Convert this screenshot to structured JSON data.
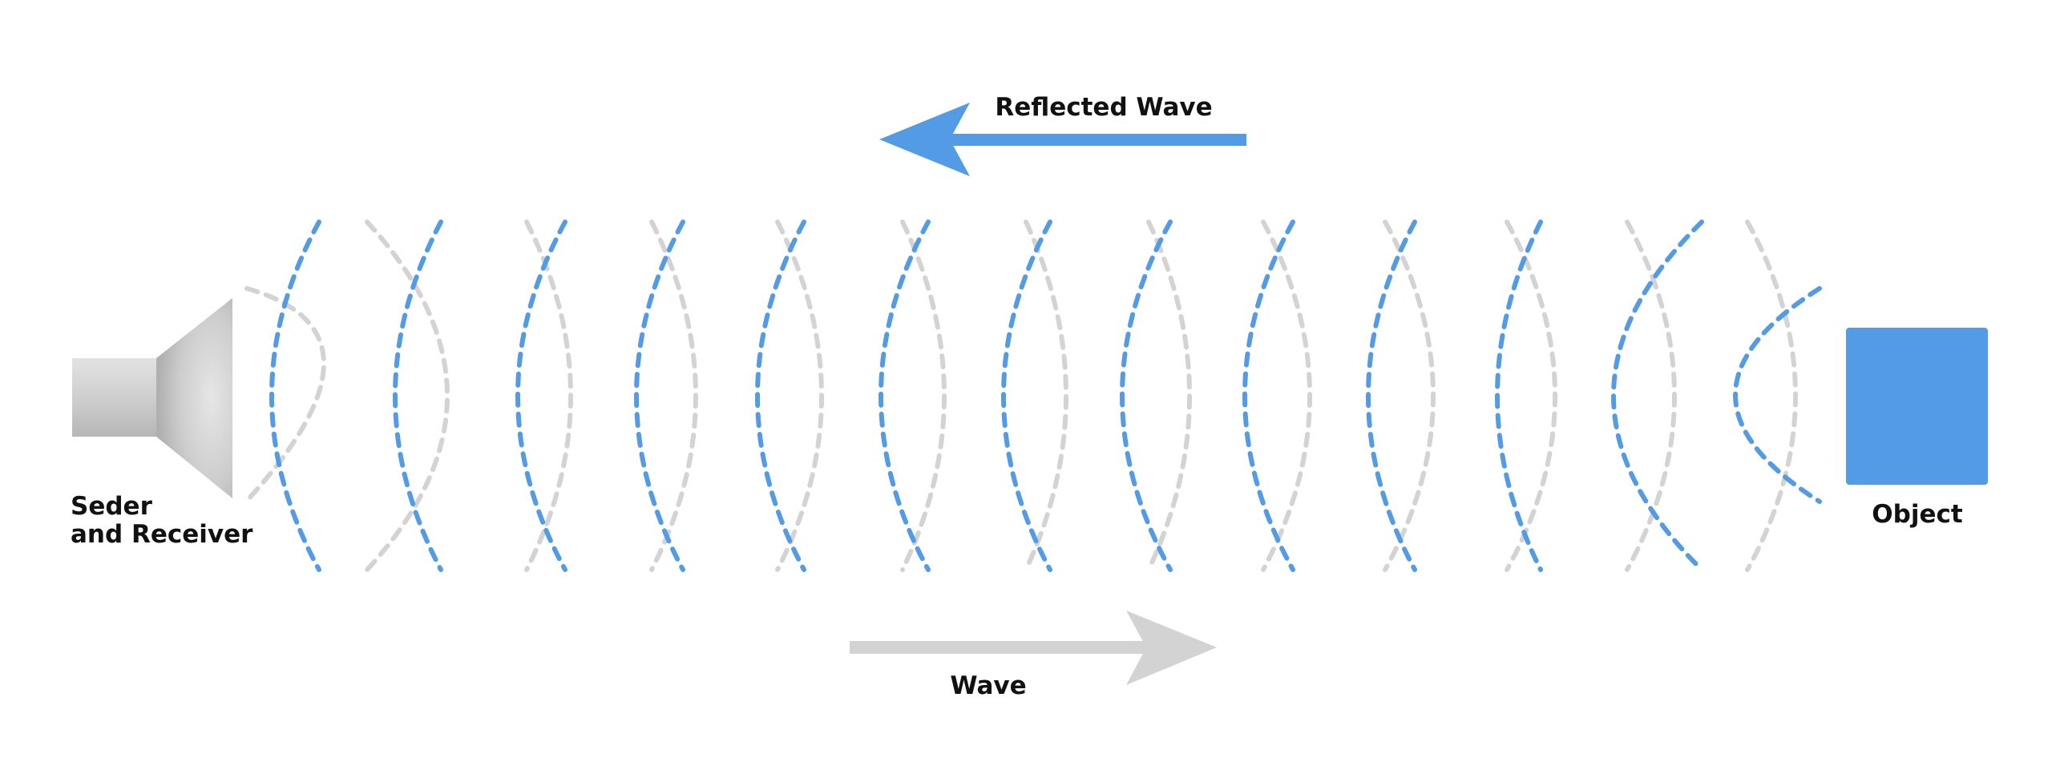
{
  "labels": {
    "reflected_wave": "Reflected Wave",
    "wave": "Wave",
    "sender_line1": "Seder",
    "sender_line2": "and Receiver",
    "object": "Object"
  },
  "colors": {
    "reflected": "#539be5",
    "outgoing": "#d3d3d3",
    "object_fill": "#539be5",
    "speaker_light": "#e2e2e2",
    "speaker_dark": "#b6b6b6",
    "text": "#111111"
  },
  "icons": {
    "sender": "speaker-icon",
    "object": "object-block",
    "reflected_arrow": "arrow-left-icon",
    "outgoing_arrow": "arrow-right-icon"
  }
}
